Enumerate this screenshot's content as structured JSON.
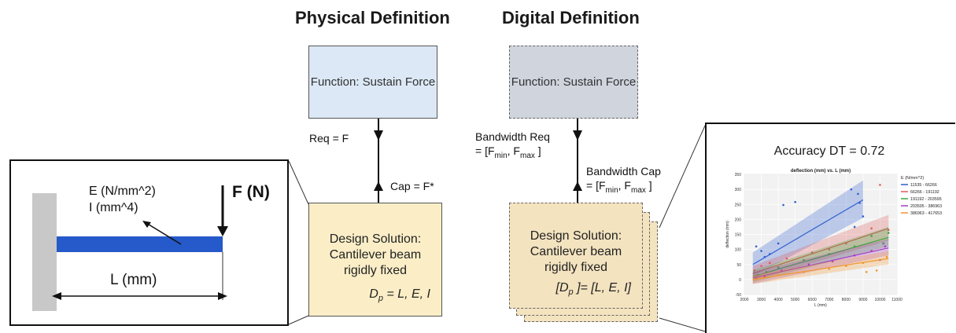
{
  "headings": {
    "physical": "Physical Definition",
    "digital": "Digital Definition"
  },
  "physical": {
    "function_box": "Function: Sustain Force",
    "req_label": "Req = F",
    "cap_label": "Cap = F*",
    "design_text": [
      "Design Solution:",
      "Cantilever beam",
      "rigidly fixed"
    ],
    "design_formula": "D_p = L, E, I"
  },
  "digital": {
    "function_box": "Function: Sustain Force",
    "bandwidth_req": {
      "line1": "Bandwidth Req",
      "line2_prefix": "= [F",
      "sub_min": "min",
      "sep": ", F",
      "sub_max": "max",
      "suffix": " ]"
    },
    "bandwidth_cap": {
      "line1": "Bandwidth Cap",
      "line2_prefix": "= [F",
      "sub_min": "min",
      "sep": ", F",
      "sub_max": "max",
      "suffix": " ]"
    },
    "design_text": [
      "Design Solution:",
      "Cantilever beam",
      "rigidly fixed"
    ],
    "design_formula": "[D_p ]= [L, E, I]"
  },
  "beam": {
    "modulus": "E (N/mm^2)",
    "inertia": "I (mm^4)",
    "force": "F (N)",
    "length": "L (mm)",
    "colors": {
      "beam": "#2659c9",
      "wall": "#c8c8c8"
    }
  },
  "accuracy_title": "Accuracy DT = 0.72",
  "chart_data": {
    "type": "scatter",
    "title": "deflection (mm) vs. L (mm)",
    "xlabel": "L (mm)",
    "ylabel": "deflection (mm)",
    "xlim": [
      2000,
      11000
    ],
    "ylim": [
      -50,
      350
    ],
    "x_ticks": [
      "2000",
      "3000",
      "4000",
      "5000",
      "6000",
      "7000",
      "8000",
      "9000",
      "10000",
      "11000"
    ],
    "y_ticks": [
      "-50",
      "0",
      "50",
      "100",
      "150",
      "200",
      "250",
      "300",
      "350"
    ],
    "legend_title": "E (N/mm^2)",
    "legend_position": "right",
    "series": [
      {
        "name": "11535 - 66266",
        "color": "#2e5fcf",
        "fit": [
          [
            2500,
            50
          ],
          [
            9000,
            265
          ]
        ],
        "band_lo": [
          [
            2500,
            10
          ],
          [
            9000,
            205
          ]
        ],
        "band_hi": [
          [
            2500,
            90
          ],
          [
            9000,
            330
          ]
        ],
        "points": [
          [
            2700,
            110
          ],
          [
            3000,
            95
          ],
          [
            3200,
            75
          ],
          [
            3500,
            85
          ],
          [
            4000,
            120
          ],
          [
            4300,
            248
          ],
          [
            5000,
            258
          ],
          [
            8300,
            300
          ],
          [
            8700,
            285
          ],
          [
            8800,
            255
          ],
          [
            9000,
            210
          ],
          [
            8500,
            175
          ]
        ]
      },
      {
        "name": "66266 - 191192",
        "color": "#e05a5a",
        "fit": [
          [
            2500,
            20
          ],
          [
            10500,
            170
          ]
        ],
        "band_lo": [
          [
            2500,
            -5
          ],
          [
            10500,
            130
          ]
        ],
        "band_hi": [
          [
            2500,
            45
          ],
          [
            10500,
            215
          ]
        ],
        "points": [
          [
            2600,
            30
          ],
          [
            3000,
            45
          ],
          [
            3500,
            55
          ],
          [
            4500,
            70
          ],
          [
            6000,
            90
          ],
          [
            7000,
            100
          ],
          [
            8000,
            120
          ],
          [
            9500,
            170
          ],
          [
            10000,
            315
          ],
          [
            10500,
            165
          ]
        ]
      },
      {
        "name": "191192 - 203595",
        "color": "#3aa53a",
        "fit": [
          [
            2500,
            10
          ],
          [
            10500,
            140
          ]
        ],
        "band_lo": [
          [
            2500,
            -10
          ],
          [
            10500,
            110
          ]
        ],
        "band_hi": [
          [
            2500,
            30
          ],
          [
            10500,
            175
          ]
        ],
        "points": [
          [
            2800,
            15
          ],
          [
            3300,
            25
          ],
          [
            4000,
            40
          ],
          [
            5500,
            65
          ],
          [
            7000,
            85
          ],
          [
            8500,
            110
          ],
          [
            9500,
            145
          ],
          [
            10500,
            155
          ],
          [
            10200,
            120
          ]
        ]
      },
      {
        "name": "203595 - 386963",
        "color": "#a23cc2",
        "fit": [
          [
            2500,
            5
          ],
          [
            10500,
            105
          ]
        ],
        "band_lo": [
          [
            2500,
            -15
          ],
          [
            10500,
            80
          ]
        ],
        "band_hi": [
          [
            2500,
            25
          ],
          [
            10500,
            135
          ]
        ],
        "points": [
          [
            2700,
            5
          ],
          [
            3200,
            10
          ],
          [
            4200,
            30
          ],
          [
            5800,
            50
          ],
          [
            7200,
            60
          ],
          [
            8500,
            80
          ],
          [
            9500,
            95
          ],
          [
            10300,
            110
          ],
          [
            10000,
            65
          ]
        ]
      },
      {
        "name": "386963 - 417653",
        "color": "#f0962e",
        "fit": [
          [
            2500,
            0
          ],
          [
            10500,
            70
          ]
        ],
        "band_lo": [
          [
            2500,
            -15
          ],
          [
            10500,
            50
          ]
        ],
        "band_hi": [
          [
            2500,
            15
          ],
          [
            10500,
            95
          ]
        ],
        "points": [
          [
            2600,
            0
          ],
          [
            3100,
            5
          ],
          [
            4000,
            15
          ],
          [
            5500,
            25
          ],
          [
            7000,
            35
          ],
          [
            8000,
            45
          ],
          [
            9000,
            55
          ],
          [
            9800,
            30
          ],
          [
            10400,
            75
          ],
          [
            9200,
            25
          ]
        ]
      }
    ]
  }
}
